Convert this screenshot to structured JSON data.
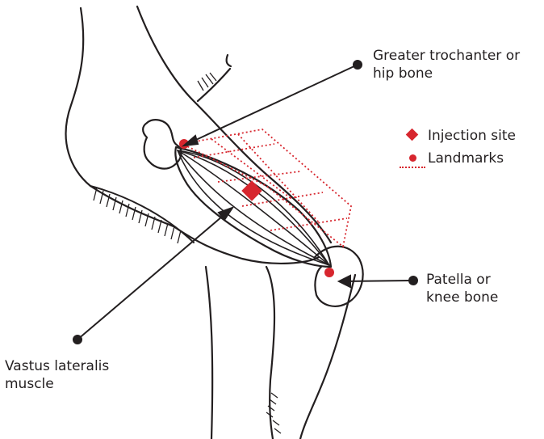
{
  "labels": {
    "greater_trochanter": [
      "Greater trochanter or",
      "hip bone"
    ],
    "patella": [
      "Patella or",
      "knee bone"
    ],
    "vastus_lateralis": [
      "Vastus lateralis",
      "muscle"
    ]
  },
  "legend": {
    "injection_site": "Injection site",
    "landmarks": "Landmarks"
  },
  "colors": {
    "accent_red": "#d7262e",
    "ink": "#231f20"
  }
}
